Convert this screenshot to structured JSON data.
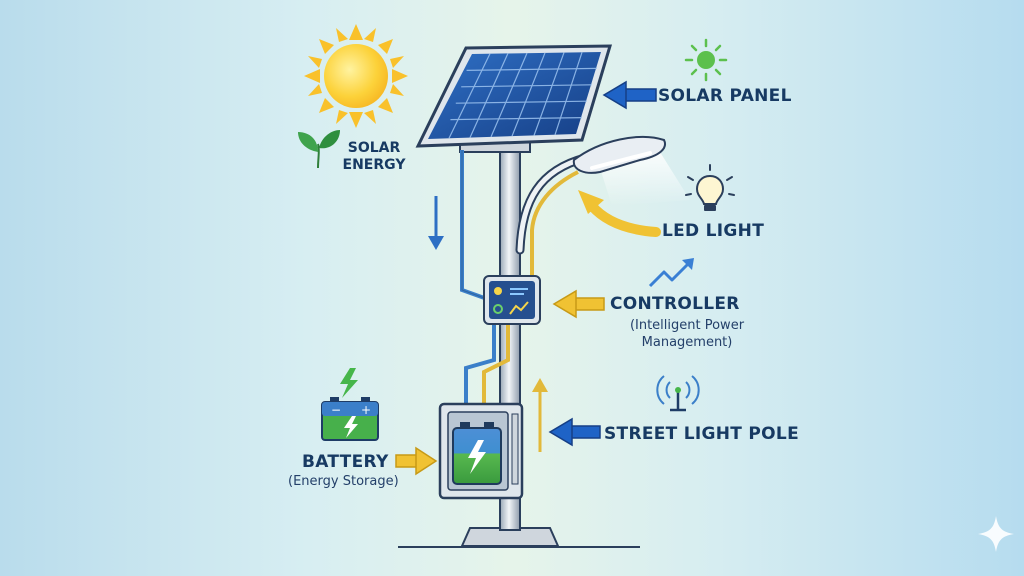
{
  "labels": {
    "solar_panel": "SOLAR PANEL",
    "solar_energy_line1": "SOLAR",
    "solar_energy_line2": "ENERGY",
    "led_light": "LED LIGHT",
    "controller": "CONTROLLER",
    "controller_sub_line1": "(Intelligent Power",
    "controller_sub_line2": "Management)",
    "battery": "BATTERY",
    "battery_sub": "(Energy Storage)",
    "street_light_pole": "STREET LIGHT POLE"
  },
  "colors": {
    "label_text": "#173a63",
    "pointer_blue": "#1f63c6",
    "pointer_yellow": "#f0c233",
    "wire_blue": "#3b7fc9",
    "wire_yellow": "#e2b93a",
    "sun": "#fbc531",
    "battery_green": "#47b04b",
    "leaf_green": "#3a9b4a"
  },
  "icons": [
    "sun-icon",
    "green-sun-icon",
    "leaf-icon",
    "lightbulb-icon",
    "trend-arrow-icon",
    "lightning-icon",
    "battery-icon",
    "antenna-icon",
    "sparkle-icon"
  ]
}
